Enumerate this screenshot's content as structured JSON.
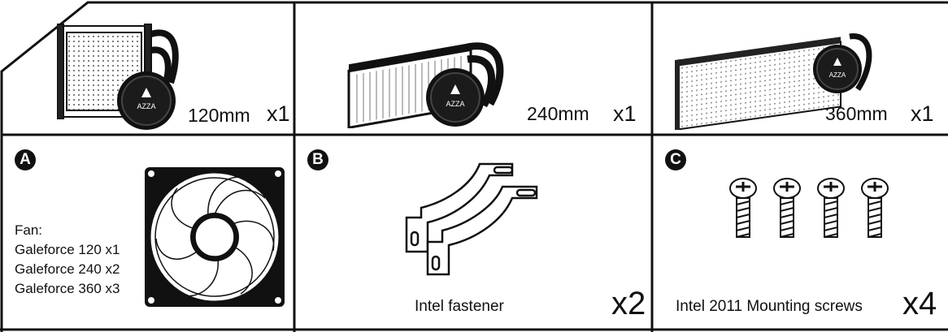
{
  "coolers": [
    {
      "size": "120mm",
      "qty": "x1",
      "brand": "AZZA"
    },
    {
      "size": "240mm",
      "qty": "x1",
      "brand": "AZZA"
    },
    {
      "size": "360mm",
      "qty": "x1",
      "brand": "AZZA"
    }
  ],
  "parts": {
    "a": {
      "badge": "A",
      "title": "Fan:",
      "items": [
        "Galeforce 120 x1",
        "Galeforce 240 x2",
        "Galeforce 360 x3"
      ]
    },
    "b": {
      "badge": "B",
      "caption": "Intel fastener",
      "qty": "x2"
    },
    "c": {
      "badge": "C",
      "caption": "Intel 2011 Mounting screws",
      "qty": "x4"
    }
  },
  "colors": {
    "line": "#111111",
    "badge_bg": "#111111",
    "badge_text": "#ffffff",
    "paper": "#ffffff"
  },
  "icons": [
    "radiator-120-icon",
    "radiator-240-icon",
    "radiator-360-icon",
    "fan-icon",
    "intel-fastener-icon",
    "mounting-screw-icon"
  ]
}
